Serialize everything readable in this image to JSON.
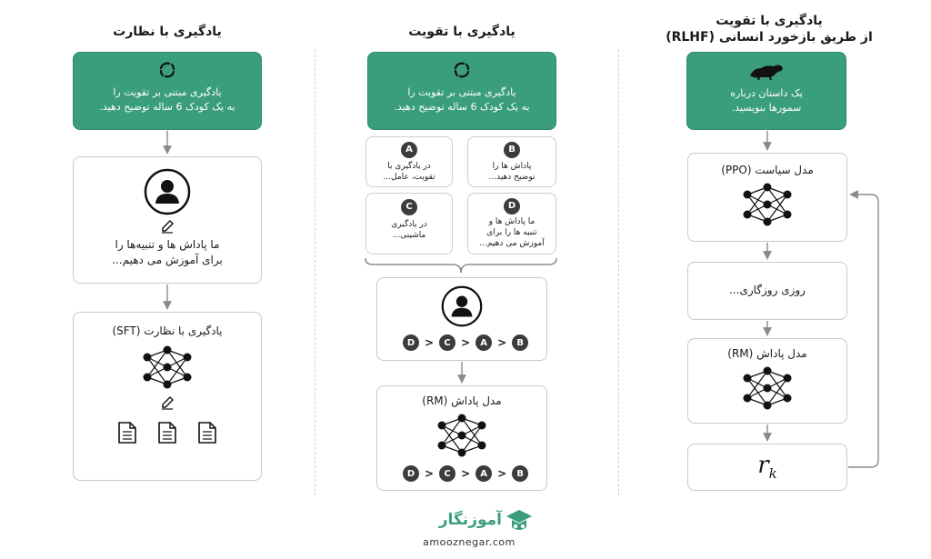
{
  "columns": {
    "left": {
      "title": "یادگیری با نظارت",
      "prompt": [
        "یادگیری مبتنی بر تقویت را",
        "به یک کودک 6 ساله توضیح دهید."
      ],
      "human_text": [
        "ما پاداش ها و تنبیه‌ها را",
        "برای آموزش می دهیم..."
      ],
      "model_title": "یادگیری با نظارت (SFT)"
    },
    "middle": {
      "title": "یادگیری با تقویت",
      "prompt": [
        "یادگیری مبتنی بر تقویت را",
        "به یک کودک 6 ساله توضیح دهید."
      ],
      "options": [
        {
          "letter": "A",
          "lines": [
            "در یادگیری با",
            "تقویت، عامل..."
          ]
        },
        {
          "letter": "B",
          "lines": [
            "پاداش ها را",
            "توضیح دهید..."
          ]
        },
        {
          "letter": "C",
          "lines": [
            "در یادگیری",
            "ماشینی..."
          ]
        },
        {
          "letter": "D",
          "lines": [
            "ما پاداش ها و",
            "تنبیه ها را برای",
            "آموزش می دهیم..."
          ]
        }
      ],
      "ranking": [
        "D",
        "C",
        "A",
        "B"
      ],
      "rm_title": "مدل پاداش (RM)"
    },
    "right": {
      "title_line1": "یادگیری با تقویت",
      "title_line2": "از طریق بازخورد انسانی (RLHF)",
      "prompt": [
        "یک داستان درباره",
        "سمورها بنویسید."
      ],
      "policy_title": "مدل سیاست (PPO)",
      "output_text": "روزی روزگاری...",
      "rm_title": "مدل پاداش (RM)",
      "reward_symbol": "r",
      "reward_subscript": "k"
    }
  },
  "brand": {
    "name": "آموزنگار",
    "url": "amooznegar.com",
    "color": "#3a9e7a"
  },
  "colors": {
    "green": "#3a9e7a",
    "border": "#c9c9c9",
    "arrow": "#8a8a8a",
    "dark": "#2a2a2a"
  }
}
